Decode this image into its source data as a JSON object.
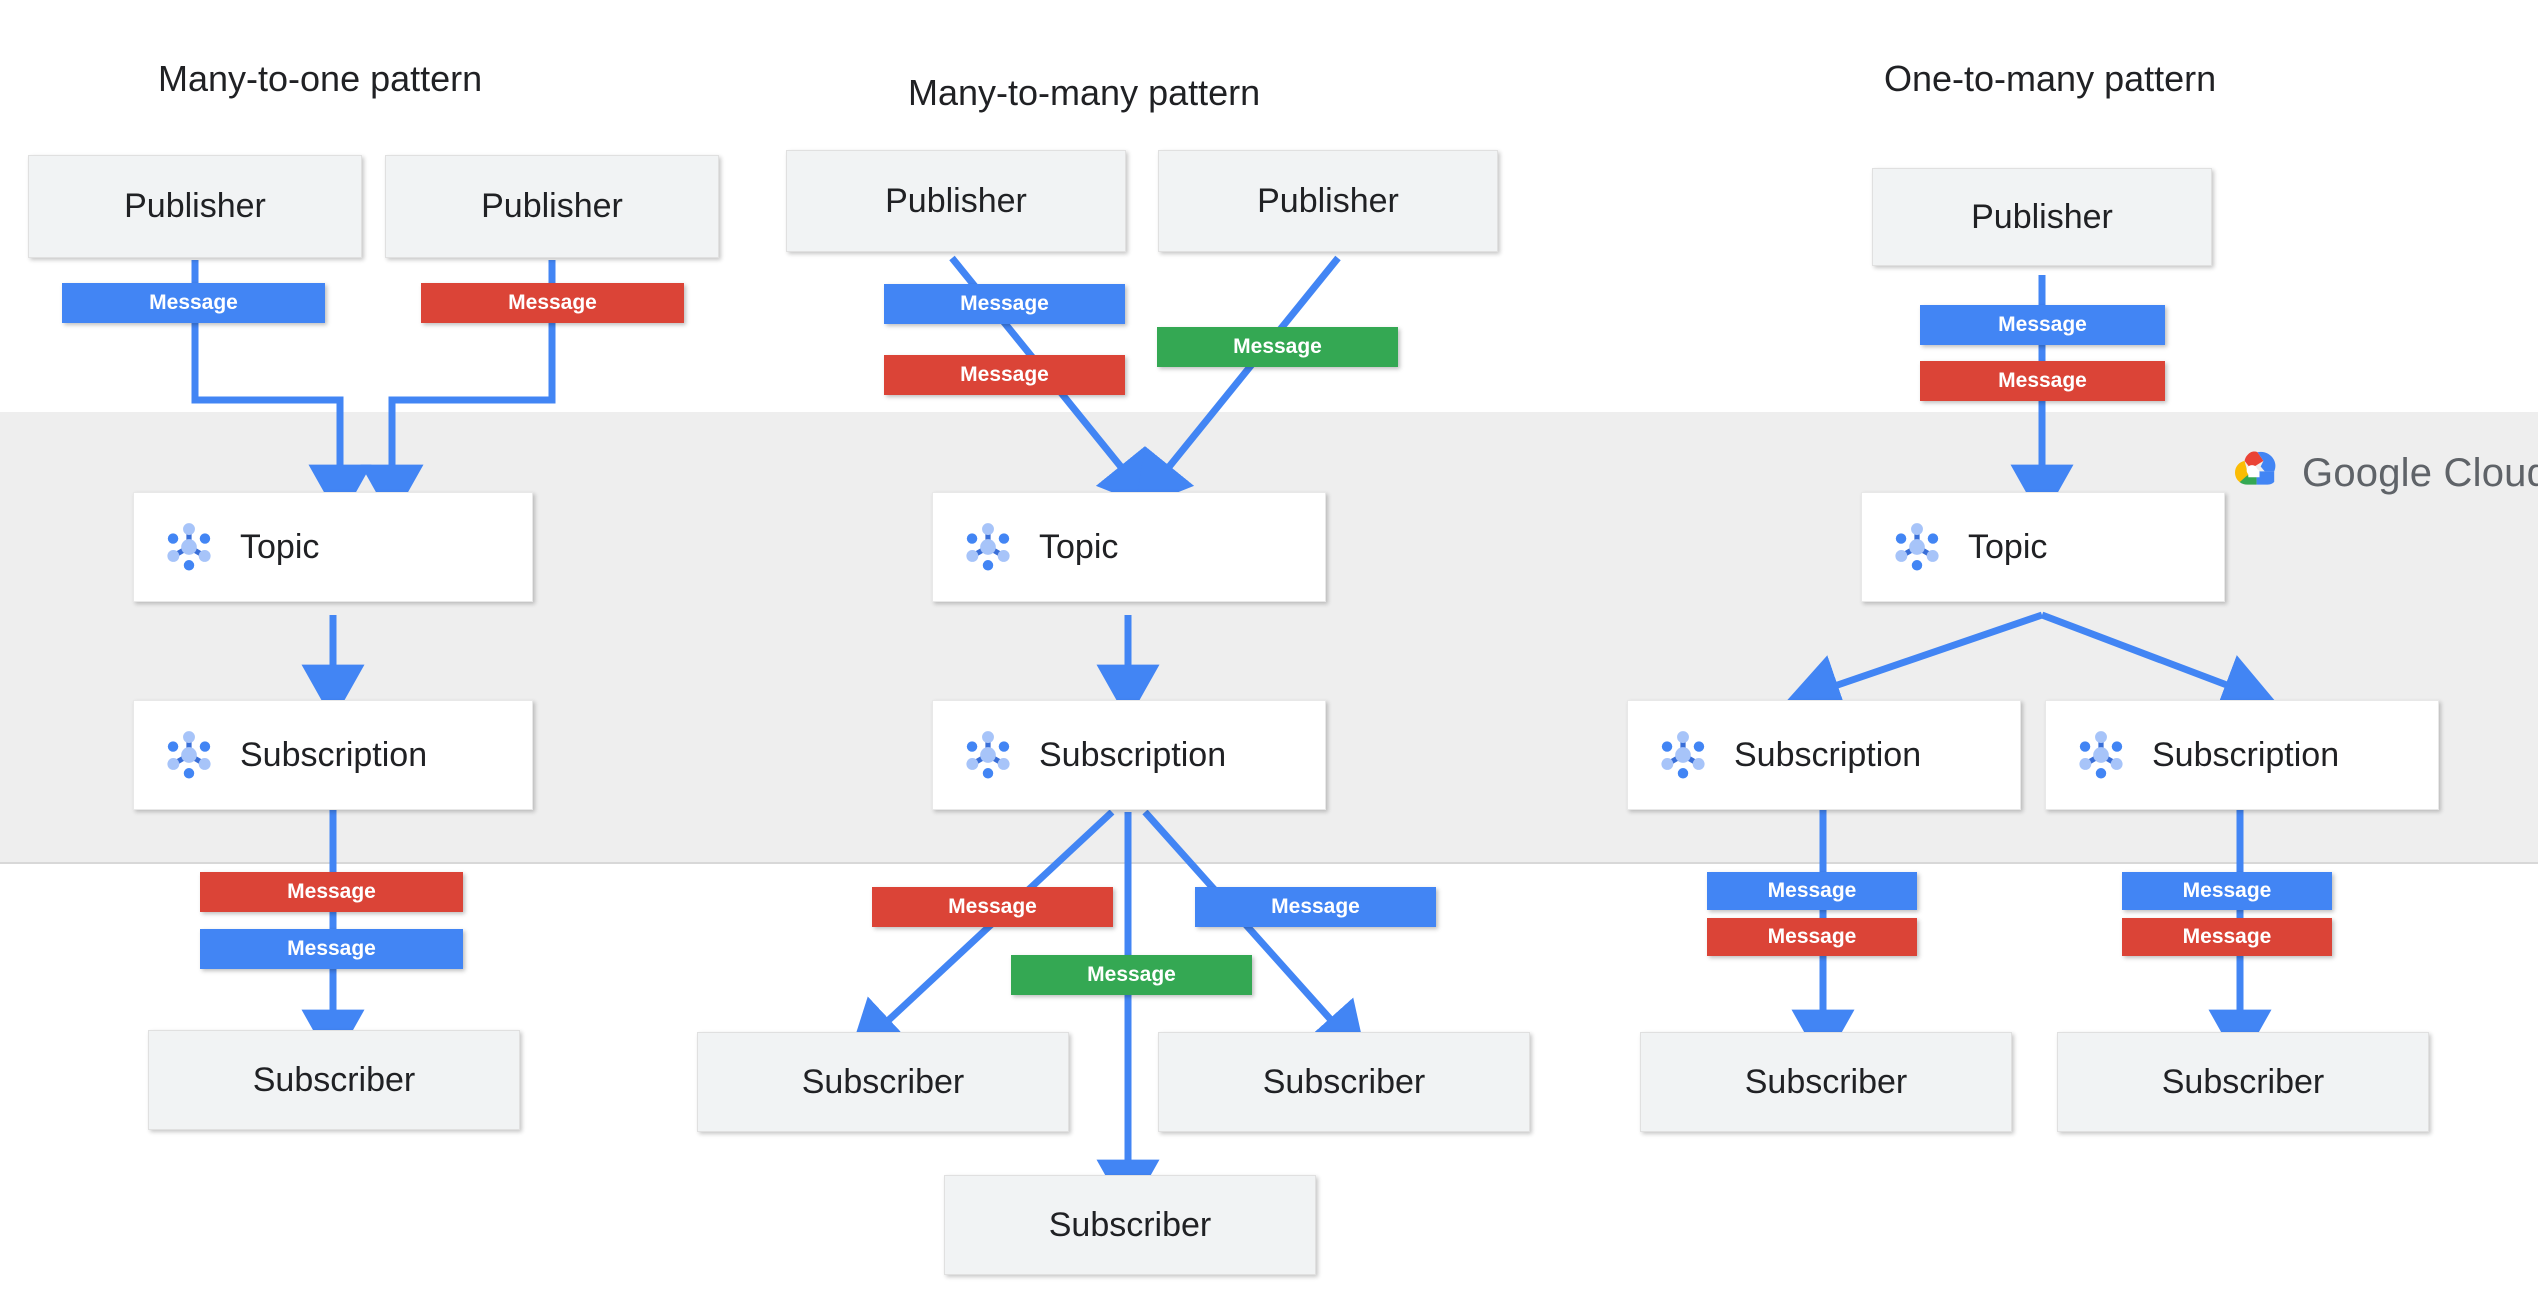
{
  "colors": {
    "blue": "#4285f4",
    "red": "#db4437",
    "green": "#34a853",
    "arrow": "#4285f4",
    "band": "#eeeeee",
    "node_grey": "#f1f3f4",
    "node_white": "#ffffff",
    "text": "#202124",
    "logo_text": "#5f6368",
    "g_blue": "#4285f4",
    "g_red": "#ea4335",
    "g_yellow": "#fbbc05",
    "g_green": "#34a853"
  },
  "cloud": {
    "logo_text_google": "Google",
    "logo_text_cloud": "Cloud",
    "logo_icon": "google-cloud-logo-icon"
  },
  "patterns": [
    {
      "id": "many-to-one",
      "title": "Many-to-one pattern",
      "publishers": [
        {
          "label": "Publisher"
        },
        {
          "label": "Publisher"
        }
      ],
      "ingress_messages": [
        {
          "label": "Message",
          "color": "blue"
        },
        {
          "label": "Message",
          "color": "red"
        }
      ],
      "topics": [
        {
          "label": "Topic",
          "icon": "pubsub-hub-icon"
        }
      ],
      "subscriptions": [
        {
          "label": "Subscription",
          "icon": "pubsub-hub-icon"
        }
      ],
      "egress_messages": [
        {
          "label": "Message",
          "color": "red"
        },
        {
          "label": "Message",
          "color": "blue"
        }
      ],
      "subscribers": [
        {
          "label": "Subscriber"
        }
      ]
    },
    {
      "id": "many-to-many",
      "title": "Many-to-many  pattern",
      "publishers": [
        {
          "label": "Publisher"
        },
        {
          "label": "Publisher"
        }
      ],
      "ingress_messages": [
        {
          "label": "Message",
          "color": "blue"
        },
        {
          "label": "Message",
          "color": "red"
        },
        {
          "label": "Message",
          "color": "green"
        }
      ],
      "topics": [
        {
          "label": "Topic",
          "icon": "pubsub-hub-icon"
        }
      ],
      "subscriptions": [
        {
          "label": "Subscription",
          "icon": "pubsub-hub-icon"
        }
      ],
      "egress_messages": [
        {
          "label": "Message",
          "color": "red"
        },
        {
          "label": "Message",
          "color": "blue"
        },
        {
          "label": "Message",
          "color": "green"
        }
      ],
      "subscribers": [
        {
          "label": "Subscriber"
        },
        {
          "label": "Subscriber"
        },
        {
          "label": "Subscriber"
        }
      ]
    },
    {
      "id": "one-to-many",
      "title": "One-to-many pattern",
      "publishers": [
        {
          "label": "Publisher"
        }
      ],
      "ingress_messages": [
        {
          "label": "Message",
          "color": "blue"
        },
        {
          "label": "Message",
          "color": "red"
        }
      ],
      "topics": [
        {
          "label": "Topic",
          "icon": "pubsub-hub-icon"
        }
      ],
      "subscriptions": [
        {
          "label": "Subscription",
          "icon": "pubsub-hub-icon"
        },
        {
          "label": "Subscription",
          "icon": "pubsub-hub-icon"
        }
      ],
      "egress_messages": [
        {
          "label": "Message",
          "color": "blue"
        },
        {
          "label": "Message",
          "color": "red"
        },
        {
          "label": "Message",
          "color": "blue"
        },
        {
          "label": "Message",
          "color": "red"
        }
      ],
      "subscribers": [
        {
          "label": "Subscriber"
        },
        {
          "label": "Subscriber"
        }
      ]
    }
  ]
}
